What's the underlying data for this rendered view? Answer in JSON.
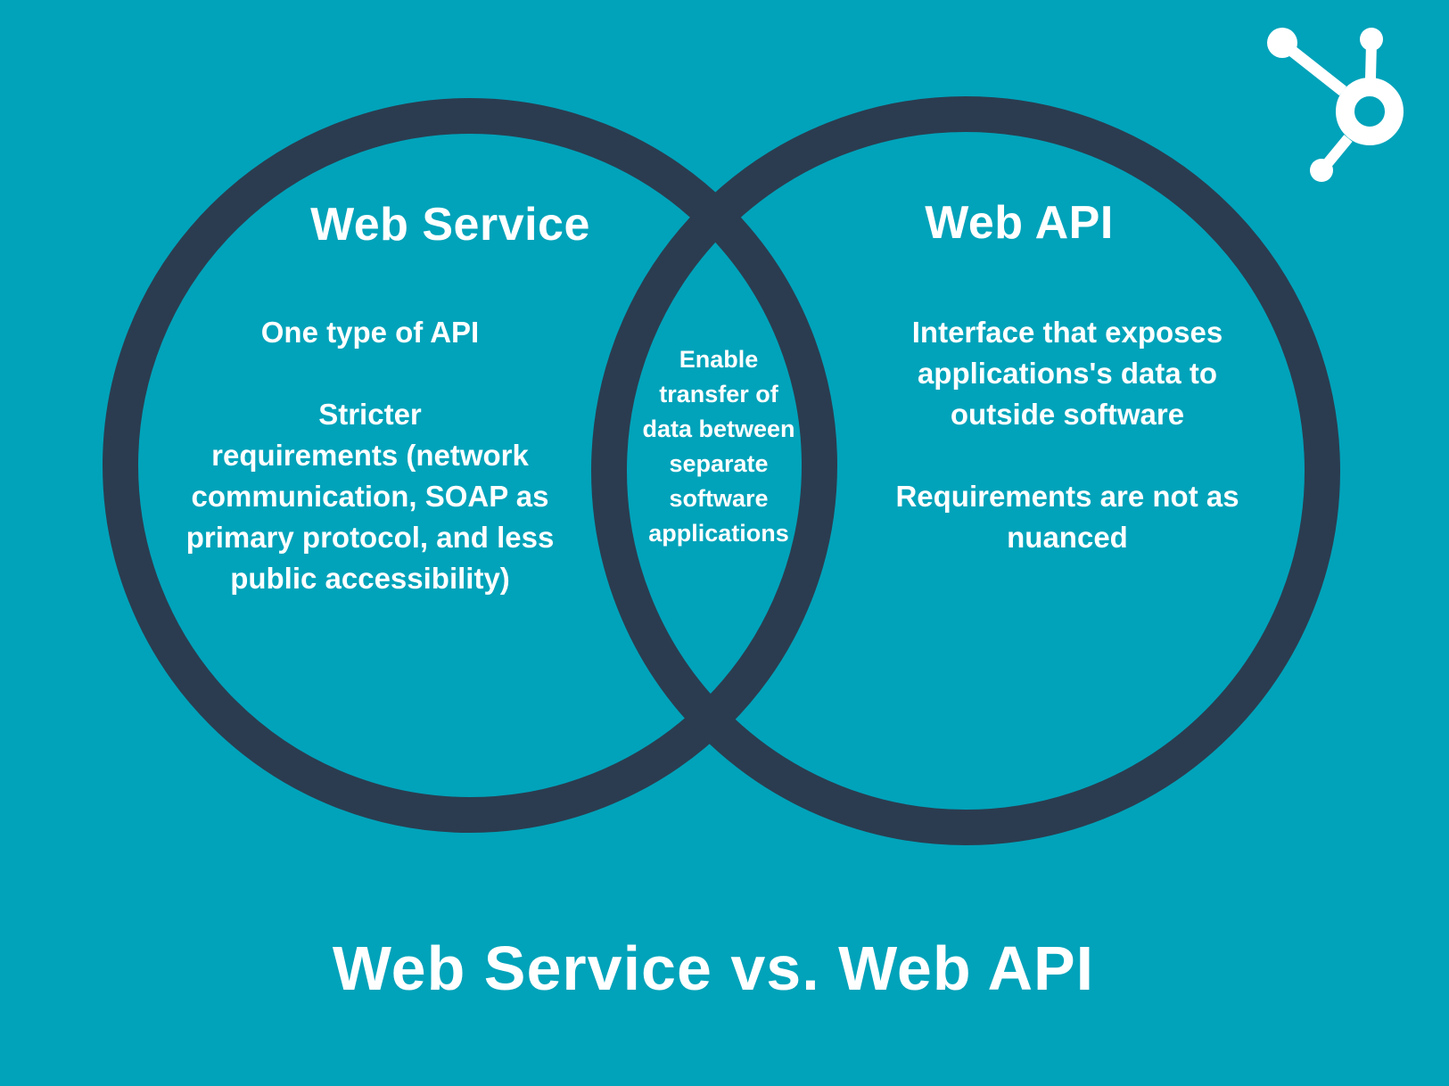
{
  "colors": {
    "background": "#00a3ba",
    "circle_stroke": "#2b3c50",
    "text": "#ffffff"
  },
  "logo": {
    "icon": "hubspot-sprocket-icon"
  },
  "diagram": {
    "type": "venn",
    "left_circle": {
      "title": "Web Service",
      "body": "One type of API\n\nStricter\nrequirements (network\ncommunication, SOAP as\nprimary protocol, and less\npublic accessibility)"
    },
    "intersection": {
      "body": "Enable\ntransfer of\ndata between\nseparate\nsoftware\napplications"
    },
    "right_circle": {
      "title": "Web API",
      "body": "Interface that exposes\napplications's data to\noutside software\n\nRequirements are not as\nnuanced"
    }
  },
  "footer_title": "Web Service vs. Web API"
}
